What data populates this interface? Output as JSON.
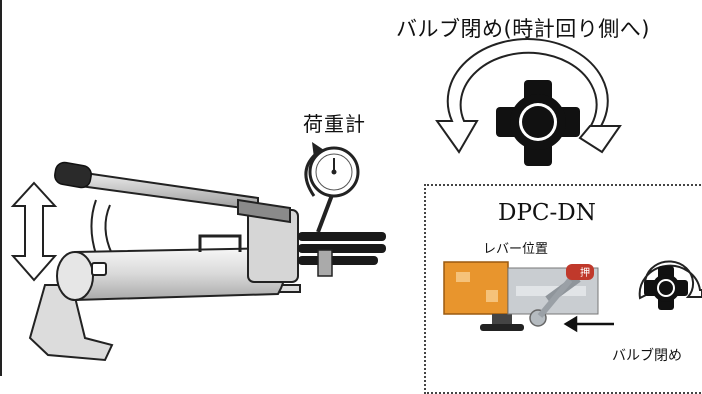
{
  "title": "バルブ閉め(時計回り側へ)",
  "gauge_label": "荷重計",
  "inset": {
    "model": "DPC-DN",
    "lever_label": "レバー位置",
    "small_valve_label": "バルブ閉め",
    "tag_label": "押"
  },
  "colors": {
    "line": "#222222",
    "pump_fill": "#ececec",
    "valve_orange": "#e8952d",
    "tag_red": "#c0392b",
    "knob": "#111111"
  },
  "icons": [
    "clockwise-arrow-icon",
    "valve-knob-icon",
    "up-down-arrow-icon",
    "gauge-icon"
  ]
}
